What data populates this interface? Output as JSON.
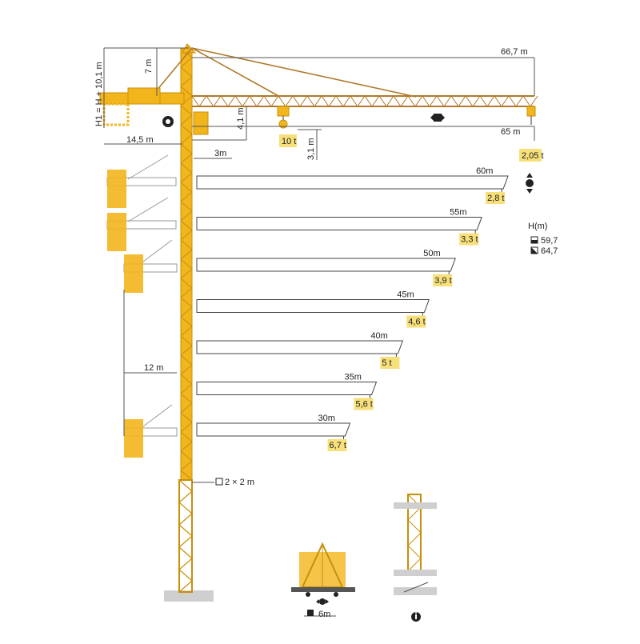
{
  "colors": {
    "crane_yellow": "#f2b51c",
    "crane_outline": "#c8900a",
    "jib_brown": "#b07a2a",
    "tag_fill": "#f7df7a",
    "line_gray": "#555555",
    "ground_gray": "#cfcfcf"
  },
  "dimensions": {
    "jib_length": "66,7 m",
    "max_reach": "65 m",
    "tip_load": "2,05 t",
    "height_formula": "H1 = H + 10,1 m",
    "top_height": "7 m",
    "counter_jib": "14,5 m",
    "hook_gap": "4,1 m",
    "trolley_gap": "3,1 m",
    "max_load": "10 t",
    "offset": "3m",
    "tie_spacing": "12 m",
    "mast_section": "2 × 2 m",
    "base_width": "6m"
  },
  "height_legend": {
    "title": "H(m)",
    "fixed": "59,7",
    "travelling": "64,7"
  },
  "load_chart": [
    {
      "radius": "60m",
      "load": "2,8 t"
    },
    {
      "radius": "55m",
      "load": "3,3 t"
    },
    {
      "radius": "50m",
      "load": "3,9 t"
    },
    {
      "radius": "45m",
      "load": "4,6 t"
    },
    {
      "radius": "40m",
      "load": "5 t"
    },
    {
      "radius": "35m",
      "load": "5,6 t"
    },
    {
      "radius": "30m",
      "load": "6,7 t"
    }
  ]
}
